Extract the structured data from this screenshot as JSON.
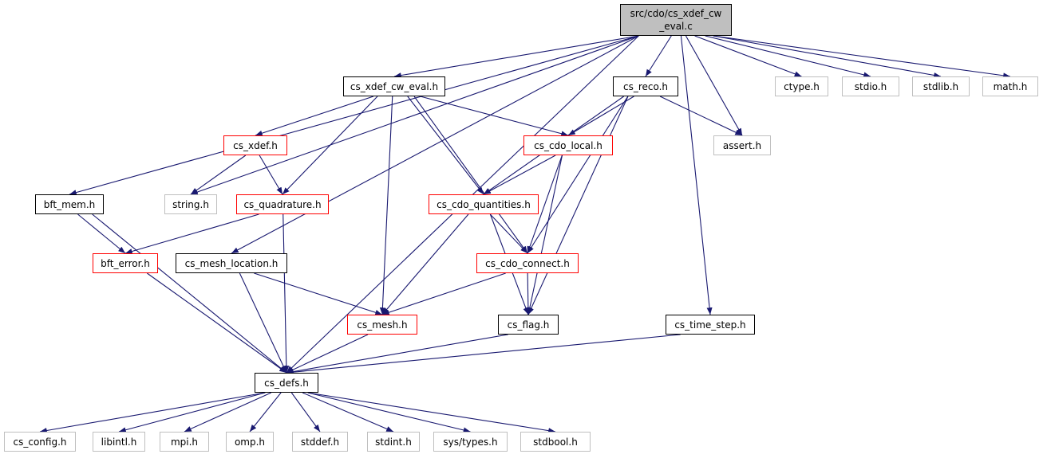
{
  "diagram": {
    "title": "",
    "colors": {
      "edge": "#191970",
      "linked_border": "#000000",
      "incomplete_border": "#ff0000",
      "external_border": "#bfbfbf",
      "root_fill": "#bfbfbf"
    },
    "nodes": {
      "root": {
        "label_line1": "src/cdo/cs_xdef_cw",
        "label_line2": "_eval.c",
        "style": "root"
      },
      "cs_xdef_cw_eval_h": {
        "label": "cs_xdef_cw_eval.h",
        "style": "black"
      },
      "cs_reco_h": {
        "label": "cs_reco.h",
        "style": "black"
      },
      "ctype_h": {
        "label": "ctype.h",
        "style": "gray"
      },
      "stdio_h": {
        "label": "stdio.h",
        "style": "gray"
      },
      "stdlib_h": {
        "label": "stdlib.h",
        "style": "gray"
      },
      "math_h": {
        "label": "math.h",
        "style": "gray"
      },
      "cs_xdef_h": {
        "label": "cs_xdef.h",
        "style": "red"
      },
      "cs_cdo_local_h": {
        "label": "cs_cdo_local.h",
        "style": "red"
      },
      "assert_h": {
        "label": "assert.h",
        "style": "gray"
      },
      "string_h": {
        "label": "string.h",
        "style": "gray"
      },
      "cs_quadrature_h": {
        "label": "cs_quadrature.h",
        "style": "red"
      },
      "cs_cdo_quantities_h": {
        "label": "cs_cdo_quantities.h",
        "style": "red"
      },
      "bft_mem_h": {
        "label": "bft_mem.h",
        "style": "black"
      },
      "bft_error_h": {
        "label": "bft_error.h",
        "style": "red"
      },
      "cs_mesh_location_h": {
        "label": "cs_mesh_location.h",
        "style": "black"
      },
      "cs_cdo_connect_h": {
        "label": "cs_cdo_connect.h",
        "style": "red"
      },
      "cs_mesh_h": {
        "label": "cs_mesh.h",
        "style": "red"
      },
      "cs_flag_h": {
        "label": "cs_flag.h",
        "style": "black"
      },
      "cs_time_step_h": {
        "label": "cs_time_step.h",
        "style": "black"
      },
      "cs_defs_h": {
        "label": "cs_defs.h",
        "style": "black"
      },
      "cs_config_h": {
        "label": "cs_config.h",
        "style": "gray"
      },
      "libintl_h": {
        "label": "libintl.h",
        "style": "gray"
      },
      "mpi_h": {
        "label": "mpi.h",
        "style": "gray"
      },
      "omp_h": {
        "label": "omp.h",
        "style": "gray"
      },
      "stddef_h": {
        "label": "stddef.h",
        "style": "gray"
      },
      "stdint_h": {
        "label": "stdint.h",
        "style": "gray"
      },
      "sys_types_h": {
        "label": "sys/types.h",
        "style": "gray"
      },
      "stdbool_h": {
        "label": "stdbool.h",
        "style": "gray"
      }
    },
    "edges": [
      [
        "root",
        "cs_xdef_cw_eval_h"
      ],
      [
        "root",
        "cs_reco_h"
      ],
      [
        "root",
        "ctype_h"
      ],
      [
        "root",
        "stdio_h"
      ],
      [
        "root",
        "stdlib_h"
      ],
      [
        "root",
        "math_h"
      ],
      [
        "root",
        "assert_h"
      ],
      [
        "root",
        "string_h"
      ],
      [
        "root",
        "bft_mem_h"
      ],
      [
        "root",
        "cs_mesh_location_h"
      ],
      [
        "root",
        "cs_time_step_h"
      ],
      [
        "root",
        "cs_defs_h"
      ],
      [
        "cs_xdef_cw_eval_h",
        "cs_xdef_h"
      ],
      [
        "cs_xdef_cw_eval_h",
        "cs_cdo_local_h"
      ],
      [
        "cs_xdef_cw_eval_h",
        "cs_quadrature_h"
      ],
      [
        "cs_xdef_cw_eval_h",
        "cs_cdo_quantities_h"
      ],
      [
        "cs_xdef_cw_eval_h",
        "cs_cdo_connect_h"
      ],
      [
        "cs_xdef_cw_eval_h",
        "cs_mesh_h"
      ],
      [
        "cs_reco_h",
        "cs_cdo_local_h"
      ],
      [
        "cs_reco_h",
        "assert_h"
      ],
      [
        "cs_reco_h",
        "cs_cdo_quantities_h"
      ],
      [
        "cs_reco_h",
        "cs_cdo_connect_h"
      ],
      [
        "cs_reco_h",
        "cs_flag_h"
      ],
      [
        "cs_xdef_h",
        "string_h"
      ],
      [
        "cs_xdef_h",
        "cs_quadrature_h"
      ],
      [
        "cs_cdo_local_h",
        "cs_cdo_quantities_h"
      ],
      [
        "cs_cdo_local_h",
        "cs_cdo_connect_h"
      ],
      [
        "cs_cdo_local_h",
        "cs_flag_h"
      ],
      [
        "cs_quadrature_h",
        "bft_error_h"
      ],
      [
        "cs_quadrature_h",
        "cs_defs_h"
      ],
      [
        "cs_cdo_quantities_h",
        "cs_cdo_connect_h"
      ],
      [
        "cs_cdo_quantities_h",
        "cs_mesh_h"
      ],
      [
        "cs_cdo_quantities_h",
        "cs_flag_h"
      ],
      [
        "bft_mem_h",
        "bft_error_h"
      ],
      [
        "bft_mem_h",
        "cs_defs_h"
      ],
      [
        "bft_error_h",
        "cs_defs_h"
      ],
      [
        "cs_mesh_location_h",
        "cs_mesh_h"
      ],
      [
        "cs_mesh_location_h",
        "cs_defs_h"
      ],
      [
        "cs_cdo_connect_h",
        "cs_mesh_h"
      ],
      [
        "cs_cdo_connect_h",
        "cs_flag_h"
      ],
      [
        "cs_mesh_h",
        "cs_defs_h"
      ],
      [
        "cs_flag_h",
        "cs_defs_h"
      ],
      [
        "cs_time_step_h",
        "cs_defs_h"
      ],
      [
        "cs_defs_h",
        "cs_config_h"
      ],
      [
        "cs_defs_h",
        "libintl_h"
      ],
      [
        "cs_defs_h",
        "mpi_h"
      ],
      [
        "cs_defs_h",
        "omp_h"
      ],
      [
        "cs_defs_h",
        "stddef_h"
      ],
      [
        "cs_defs_h",
        "stdint_h"
      ],
      [
        "cs_defs_h",
        "sys_types_h"
      ],
      [
        "cs_defs_h",
        "stdbool_h"
      ]
    ]
  }
}
